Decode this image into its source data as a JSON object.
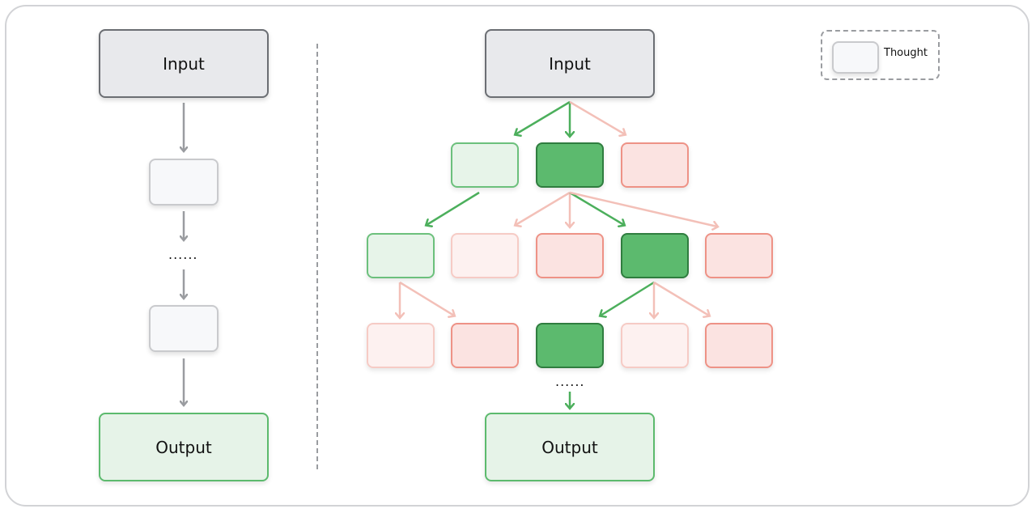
{
  "left": {
    "input_label": "Input",
    "output_label": "Output",
    "ellipsis": "......"
  },
  "right": {
    "input_label": "Input",
    "output_label": "Output",
    "ellipsis": "......"
  },
  "legend": {
    "label": "Thought"
  },
  "colors": {
    "gray_border": "#6b6e73",
    "green_accent": "#5cba6e",
    "dark_green": "#2f7d3f",
    "red_accent": "#ee9286",
    "arrow_gray": "#9a9ca0",
    "arrow_green": "#4caf5c",
    "arrow_red": "#f3c0b8"
  }
}
